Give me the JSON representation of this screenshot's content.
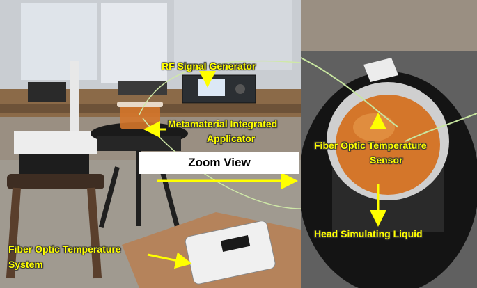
{
  "labels": {
    "rf_signal_generator": "RF Signal Generator",
    "applicator_line1": "Metamaterial Integrated",
    "applicator_line2": "Applicator",
    "fiber_sensor_line1": "Fiber Optic Temperature",
    "fiber_sensor_line2": "Sensor",
    "head_liquid": "Head Simulating Liquid",
    "fiber_system_line1": "Fiber Optic Temperature",
    "fiber_system_line2": "System",
    "zoom_view": "Zoom View"
  },
  "colors": {
    "label": "#ffff00",
    "arrow": "#ffff00",
    "liquid": "#d4762a"
  }
}
